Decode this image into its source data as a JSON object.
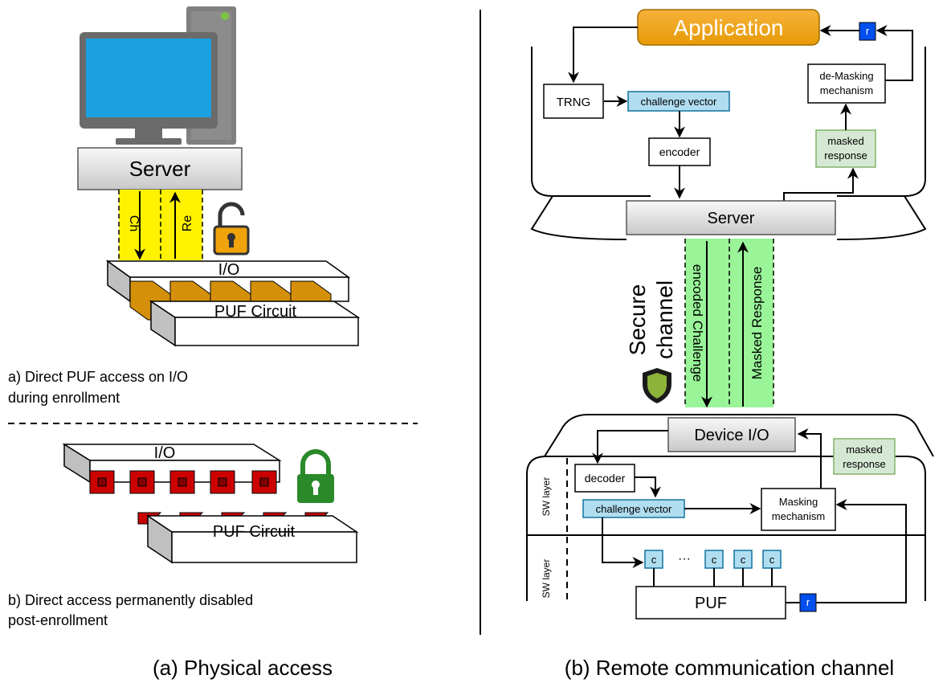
{
  "captions": {
    "a": "(a) Physical access",
    "b": "(b) Remote communication channel"
  },
  "left": {
    "server": "Server",
    "ch": "Ch",
    "re": "Re",
    "io_top": "I/O",
    "puf_top": "PUF Circuit",
    "note_a_line1": "a) Direct PUF access on I/O",
    "note_a_line2": "during enrollment",
    "io_bottom": "I/O",
    "puf_bottom": "PUF Circuit",
    "note_b_line1": "b) Direct access permanently disabled",
    "note_b_line2": "post-enrollment"
  },
  "right": {
    "application": "Application",
    "r_top": "r",
    "trng": "TRNG",
    "challenge_vector_top": "challenge vector",
    "encoder": "encoder",
    "demasking_line1": "de-Masking",
    "demasking_line2": "mechanism",
    "masked_top_line1": "masked",
    "masked_top_line2": "response",
    "server": "Server",
    "secure_line1": "Secure",
    "secure_line2": "channel",
    "encoded_challenge": "encoded Challenge",
    "masked_response_channel": "Masked Response",
    "device_io": "Device I/O",
    "masked_bottom_line1": "masked",
    "masked_bottom_line2": "response",
    "decoder": "decoder",
    "challenge_vector_bottom": "challenge vector",
    "masking_line1": "Masking",
    "masking_line2": "mechanism",
    "sw_layer_1": "SW layer",
    "sw_layer_2": "SW layer",
    "c1": "c",
    "dots": "···",
    "c2": "c",
    "c3": "c",
    "c4": "c",
    "puf": "PUF",
    "r_bottom": "r"
  },
  "colors": {
    "yellow_channel": "#fff200",
    "green_channel": "#99f598",
    "application_fill": "#f0a30a",
    "challenge_fill": "#b1ddf0",
    "challenge_stroke": "#10739e",
    "masked_fill": "#d5e8d4",
    "masked_stroke": "#82b366",
    "r_fill": "#0050ef",
    "unlocked": "#f0a30a",
    "locked": "#2a8a2a",
    "shield": "#8db33b",
    "puf_cell_open": "#d4900a",
    "puf_cell_locked": "#cc0000"
  },
  "icons": [
    "desktop-computer-icon",
    "unlocked-padlock-icon",
    "locked-padlock-icon",
    "shield-icon"
  ]
}
